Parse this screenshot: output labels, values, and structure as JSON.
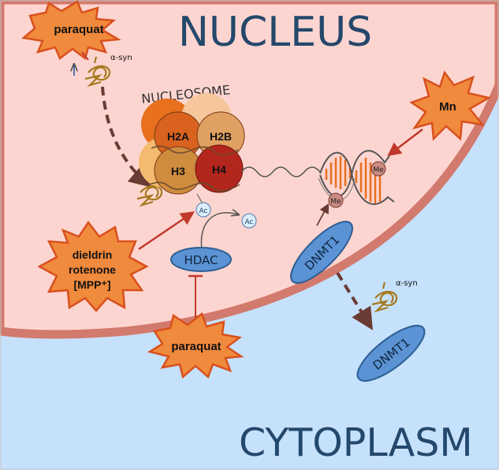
{
  "compartments": {
    "nucleus": "NUCLEUS",
    "cytoplasm": "CYTOPLASM"
  },
  "nucleosome": {
    "label": "NUCLEOSOME",
    "histones": [
      "H2A",
      "H2B",
      "H3",
      "H4"
    ]
  },
  "toxicants": {
    "paraquat_top": "paraquat",
    "mn": "Mn",
    "dieldrin_lines": [
      "dieldrin",
      "rotenone",
      "[MPP⁺]"
    ],
    "paraquat_bottom": "paraquat"
  },
  "enzymes": {
    "hdac": "HDAC",
    "dnmt1_nucleus": "DNMT1",
    "dnmt1_cytoplasm": "DNMT1"
  },
  "marks": {
    "acetyl": "Ac",
    "methyl": "Me"
  },
  "proteins": {
    "alpha_syn": "α-syn"
  },
  "colors": {
    "nucleus_fill": "#fdd5d0",
    "nuclear_envelope": "#d27a6d",
    "cytoplasm_fill": "#c6e1fb",
    "title_text": "#24486b",
    "starburst_fill": "#f08a3c",
    "starburst_stroke": "#d8501e",
    "arrow_red": "#c0392b",
    "dashed_arrow": "#6a3b34",
    "enzyme_fill": "#5b93d4",
    "enzyme_stroke": "#2d5e95",
    "asyn_color": "#a6791e",
    "h2a": "#d9621f",
    "h2b": "#e0a062",
    "h3": "#cf8b3e",
    "h4": "#b3261d"
  }
}
